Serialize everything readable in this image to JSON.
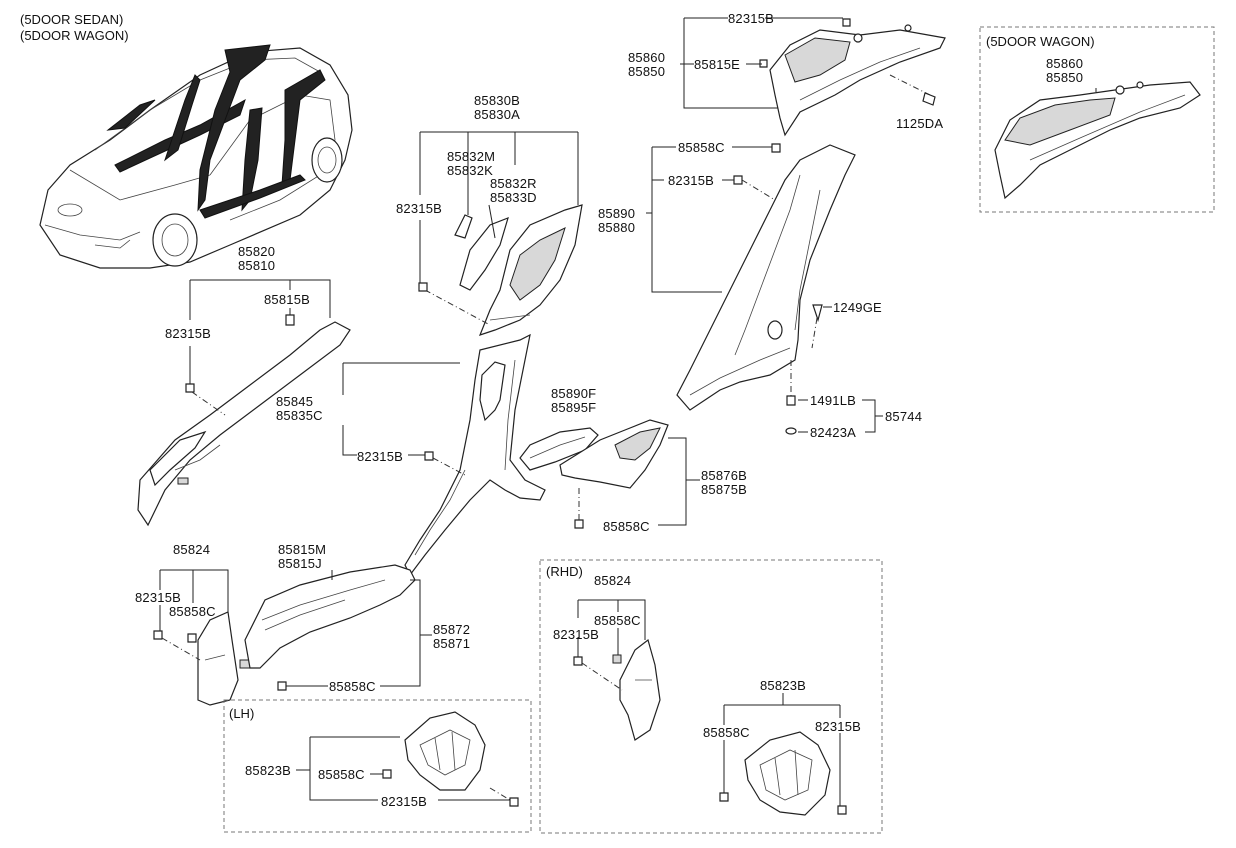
{
  "headers": {
    "sedan": "(5DOOR SEDAN)",
    "wagon_note": "(5DOOR WAGON)",
    "wagon_box": "(5DOOR WAGON)",
    "rhd": "(RHD)",
    "lh": "(LH)"
  },
  "labels": {
    "top_82315b": "82315B",
    "top_85860": "85860",
    "top_85850": "85850",
    "top_85815e": "85815E",
    "top_1125da": "1125DA",
    "wagon_85860": "85860",
    "wagon_85850": "85850",
    "c_85858c": "85858C",
    "c_82315b": "82315B",
    "c_85890": "85890",
    "c_85880": "85880",
    "c_1249ge": "1249GE",
    "c_1491lb": "1491LB",
    "c_82423a": "82423A",
    "c_85744": "85744",
    "b_85830b": "85830B",
    "b_85830a": "85830A",
    "b_85832m": "85832M",
    "b_85832k": "85832K",
    "b_85832r": "85832R",
    "b_85833d": "85833D",
    "b_82315b": "82315B",
    "a_85820": "85820",
    "a_85810": "85810",
    "a_85815b": "85815B",
    "a_82315b": "82315B",
    "bp_85845": "85845",
    "bp_85835c": "85835C",
    "bp_82315b": "82315B",
    "sc_85890f": "85890F",
    "sc_85895f": "85895F",
    "sc_85876b": "85876B",
    "sc_85875b": "85875B",
    "sc_85858c": "85858C",
    "k_85824": "85824",
    "k_82315b": "82315B",
    "k_85858c": "85858C",
    "s_85815m": "85815M",
    "s_85815j": "85815J",
    "s_85872": "85872",
    "s_85871": "85871",
    "s_85858c": "85858C",
    "lh_85823b": "85823B",
    "lh_85858c": "85858C",
    "lh_82315b": "82315B",
    "rhd_85824": "85824",
    "rhd_85858c": "85858C",
    "rhd_82315b": "82315B",
    "rhd_85823b": "85823B",
    "rhd2_85858c": "85858C",
    "rhd2_82315b": "82315B"
  }
}
